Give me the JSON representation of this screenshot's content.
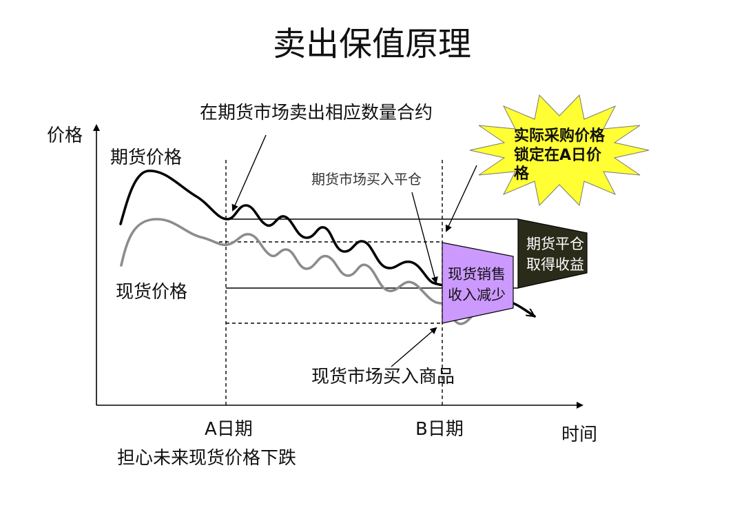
{
  "title": "卖出保值原理",
  "axes": {
    "y_label": "价格",
    "x_label": "时间"
  },
  "series_labels": {
    "futures": "期货价格",
    "spot": "现货价格"
  },
  "annotations": {
    "sell_contracts": "在期货市场卖出相应数量合约",
    "buy_close": "期货市场买入平仓",
    "spot_buy": "现货市场买入商品",
    "starburst": [
      "实际采购价格",
      "锁定在A日价",
      "格"
    ],
    "futures_gain": [
      "期货平仓",
      "取得收益"
    ],
    "spot_loss": [
      "现货销售",
      "收入减少"
    ]
  },
  "dates": {
    "a": "A日期",
    "b": "B日期"
  },
  "caption": "担心未来现货价格下跌",
  "colors": {
    "futures_line": "#000000",
    "spot_line": "#8c8c8c",
    "loss_box": "#cc99ff",
    "gain_box": "#2b2b1a",
    "starburst": "#ffff33"
  }
}
